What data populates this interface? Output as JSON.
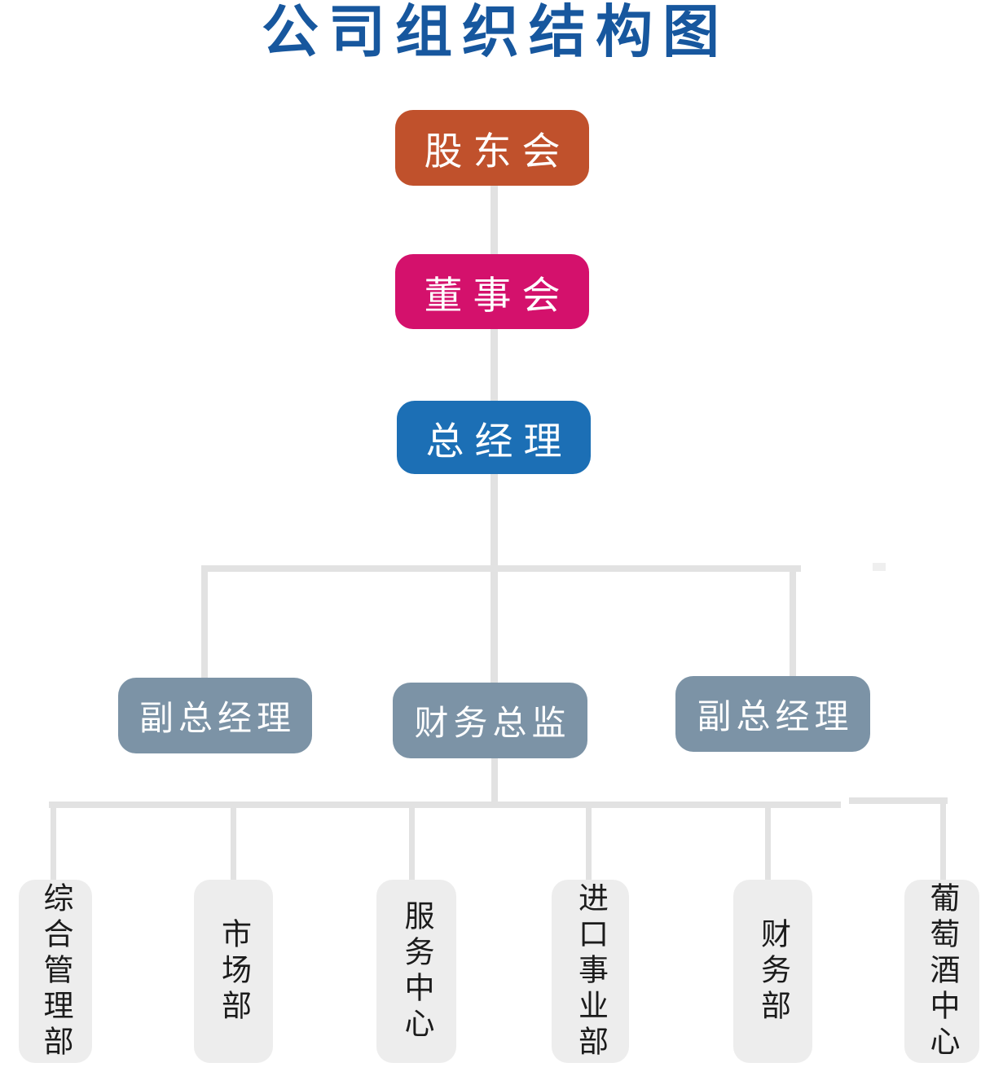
{
  "title": {
    "text": "公司组织结构图",
    "color": "#17579E"
  },
  "nodes": {
    "shareholders": {
      "label": "股东会",
      "color": "#C0512C"
    },
    "board": {
      "label": "董事会",
      "color": "#D4116C"
    },
    "general_manager": {
      "label": "总经理",
      "color": "#1C6FB5"
    },
    "deputy_gm_left": {
      "label": "副总经理",
      "color": "#7C93A6"
    },
    "finance_director": {
      "label": "财务总监",
      "color": "#7C93A6"
    },
    "deputy_gm_right": {
      "label": "副总经理",
      "color": "#7C93A6"
    },
    "departments": [
      {
        "label": "综合管理部",
        "color": "#EDEDED"
      },
      {
        "label": "市场部",
        "color": "#EDEDED"
      },
      {
        "label": "服务中心",
        "color": "#EDEDED"
      },
      {
        "label": "进口事业部",
        "color": "#EDEDED"
      },
      {
        "label": "财务部",
        "color": "#EDEDED"
      },
      {
        "label": "葡萄酒中心",
        "color": "#EDEDED"
      }
    ]
  },
  "styles": {
    "connector_color": "#E2E2E2",
    "text_on_dark": "#FFFFFF",
    "department_text": "#1B1B1B",
    "background": "#FFFFFF"
  }
}
